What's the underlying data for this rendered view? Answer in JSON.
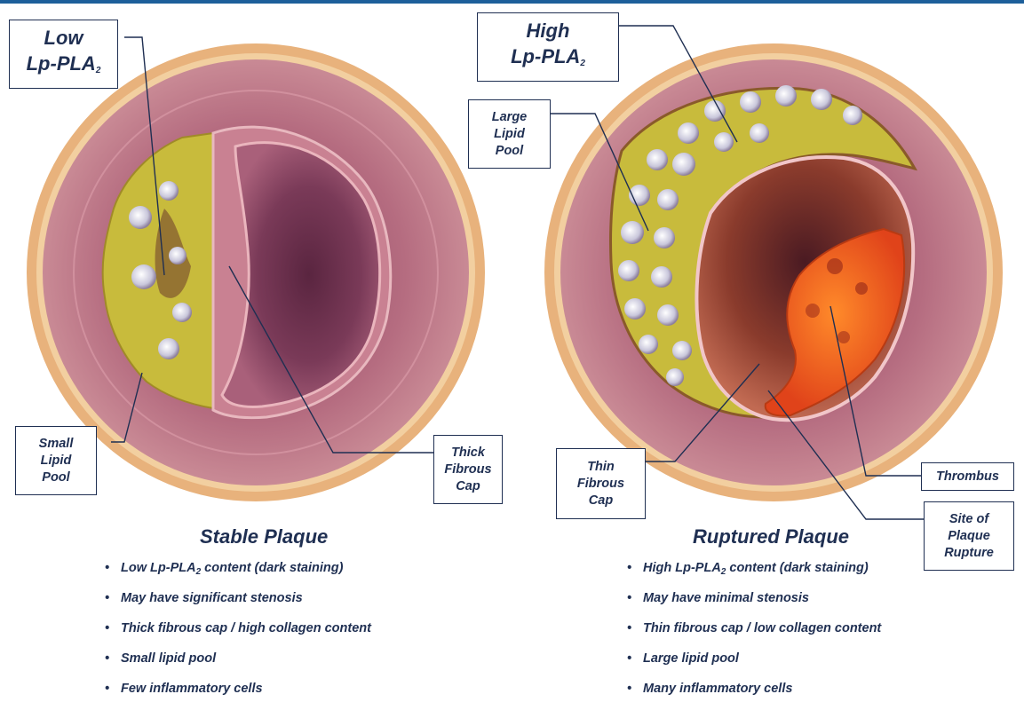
{
  "left": {
    "tag_line1": "Low",
    "tag_line2_main": "Lp-PLA",
    "tag_line2_sub": "2",
    "small_lipid": [
      "Small",
      "Lipid",
      "Pool"
    ],
    "thick_cap": [
      "Thick",
      "Fibrous",
      "Cap"
    ],
    "title": "Stable Plaque",
    "bullets": [
      {
        "main": "Low Lp-PLA",
        "sub": "2",
        "rest": " content (dark staining)"
      },
      {
        "main": "May have significant stenosis",
        "sub": "",
        "rest": ""
      },
      {
        "main": "Thick fibrous cap / high collagen content",
        "sub": "",
        "rest": ""
      },
      {
        "main": "Small lipid pool",
        "sub": "",
        "rest": ""
      },
      {
        "main": "Few inflammatory cells",
        "sub": "",
        "rest": ""
      }
    ]
  },
  "right": {
    "tag_line1": "High",
    "tag_line2_main": "Lp-PLA",
    "tag_line2_sub": "2",
    "large_lipid": [
      "Large",
      "Lipid",
      "Pool"
    ],
    "thin_cap": [
      "Thin",
      "Fibrous",
      "Cap"
    ],
    "thrombus": "Thrombus",
    "rupture_site": [
      "Site of",
      "Plaque",
      "Rupture"
    ],
    "title": "Ruptured Plaque",
    "bullets": [
      {
        "main": "High Lp-PLA",
        "sub": "2",
        "rest": " content (dark staining)"
      },
      {
        "main": "May have minimal stenosis",
        "sub": "",
        "rest": ""
      },
      {
        "main": "Thin fibrous cap / low collagen content",
        "sub": "",
        "rest": ""
      },
      {
        "main": "Large lipid pool",
        "sub": "",
        "rest": ""
      },
      {
        "main": "Many inflammatory cells",
        "sub": "",
        "rest": ""
      }
    ]
  },
  "colors": {
    "outer_ring": "#e8b27c",
    "artery_wall": "#b86f82",
    "lumen": "#6e2f4c",
    "lipid": "#c8bb3c",
    "thrombus": "#f0661b",
    "text": "#1f2f52"
  }
}
